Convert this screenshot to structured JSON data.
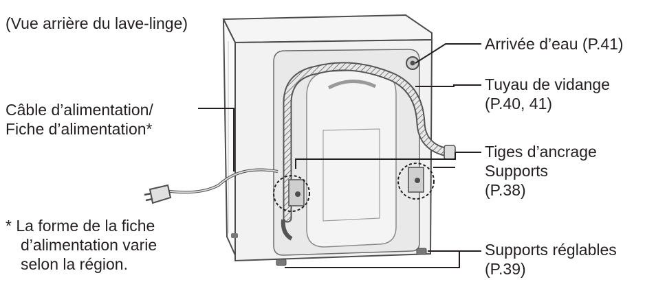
{
  "view_caption": "(Vue arrière du lave-linge)",
  "labels": {
    "water_inlet": "Arrivée d’eau (P.41)",
    "drain_hose": [
      "Tuyau de vidange",
      "(P.40, 41)"
    ],
    "anchor_rods": [
      "Tiges d’ancrage",
      "Supports",
      "(P.38)"
    ],
    "adjustable_feet": [
      "Supports réglables",
      "(P.39)"
    ],
    "power_cable": [
      "Câble d’alimentation/",
      "Fiche d’alimentation*"
    ]
  },
  "footnote": [
    "* La forme de la fiche",
    "d’alimentation varie",
    "selon la région."
  ],
  "colors": {
    "text": "#231f20",
    "outline": "#4d4d4d",
    "body_fill": "#f2f2f2",
    "panel_fill": "#e9e9e9",
    "leader": "#231f20"
  }
}
